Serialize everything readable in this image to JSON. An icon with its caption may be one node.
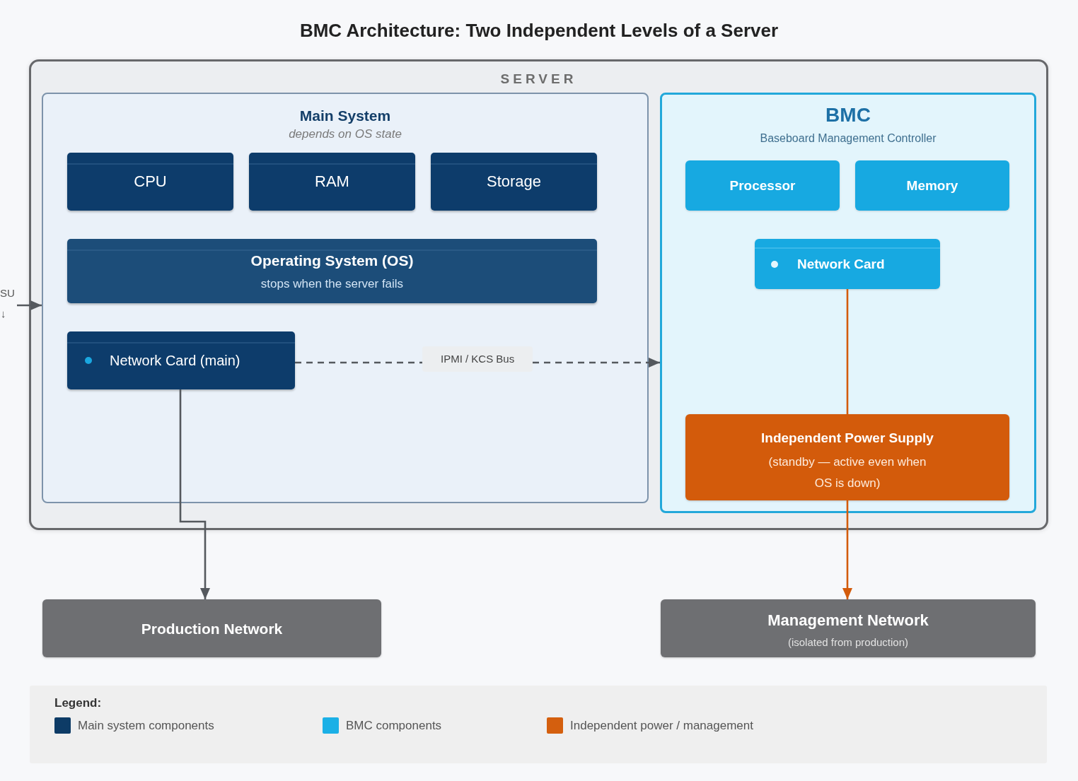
{
  "diagram": {
    "title": "BMC Architecture: Two Independent Levels of a Server",
    "nodes": [
      {
        "text": [
          "SERVER"
        ]
      },
      {
        "text": [
          "Main System",
          "depends on OS state"
        ],
        "in": 0
      },
      {
        "text": [
          "CPU"
        ],
        "in": 1
      },
      {
        "text": [
          "RAM"
        ],
        "in": 1
      },
      {
        "text": [
          "Storage"
        ],
        "in": 1
      },
      {
        "text": [
          "Operating System (OS)",
          "stops when the server fails"
        ],
        "in": 1
      },
      {
        "text": [
          "Network Card (main)"
        ],
        "in": 1
      },
      {
        "text": [
          "BMC",
          "Baseboard Management Controller"
        ],
        "in": 0
      },
      {
        "text": [
          "Processor"
        ],
        "in": 7
      },
      {
        "text": [
          "Memory"
        ],
        "in": 7
      },
      {
        "text": [
          "Network Card"
        ],
        "in": 7
      },
      {
        "text": [
          "Independent Power Supply",
          "(standby — active even when OS is down)"
        ],
        "in": 7
      },
      {
        "text": [
          "Production Network"
        ]
      },
      {
        "text": [
          "Management Network",
          "(isolated from production)"
        ]
      },
      {
        "text": [
          "SU"
        ]
      }
    ],
    "edges": [
      {
        "from": 14,
        "to": 1,
        "arrow": "to"
      },
      {
        "from": 6,
        "to": 7,
        "arrow": "to",
        "label": "IPMI / KCS Bus",
        "style": "dashed"
      },
      {
        "from": 6,
        "to": 12,
        "arrow": "to"
      },
      {
        "from": 10,
        "to": 11,
        "arrow": "none",
        "color": "#d35b0b"
      },
      {
        "from": 11,
        "to": 13,
        "arrow": "to",
        "color": "#d35b0b"
      }
    ],
    "labels": [
      "↓",
      "Legend:"
    ],
    "legend": [
      {
        "text": "Main system components",
        "color": "#0d3b66"
      },
      {
        "text": "BMC components",
        "color": "#1bb0e6"
      },
      {
        "text": "Independent power / management",
        "color": "#d45f0e"
      }
    ]
  }
}
